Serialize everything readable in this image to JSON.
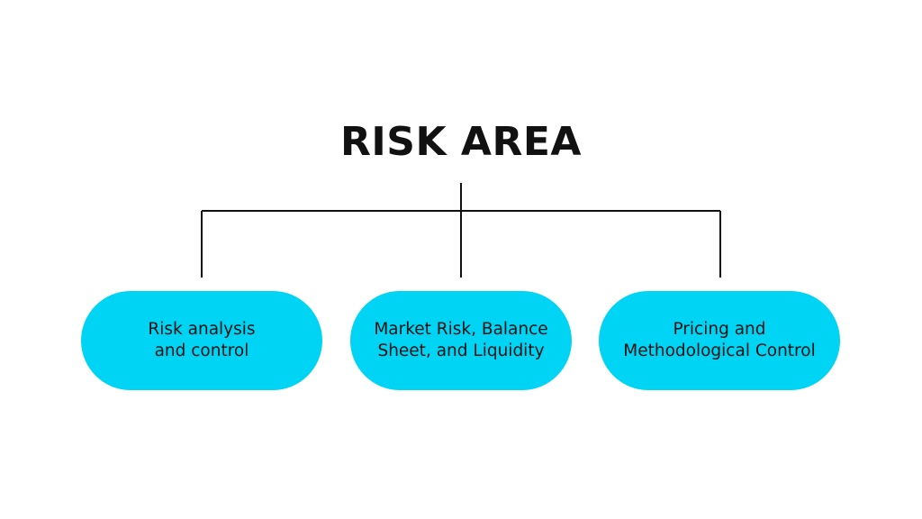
{
  "diagram": {
    "title": "RISK AREA",
    "colors": {
      "node_fill": "#00D4F5",
      "line": "#111111",
      "text": "#111111"
    },
    "nodes": [
      {
        "line1": "Risk analysis",
        "line2": "and control"
      },
      {
        "line1": "Market Risk, Balance",
        "line2": "Sheet, and Liquidity"
      },
      {
        "line1": "Pricing and",
        "line2": "Methodological Control"
      }
    ]
  }
}
